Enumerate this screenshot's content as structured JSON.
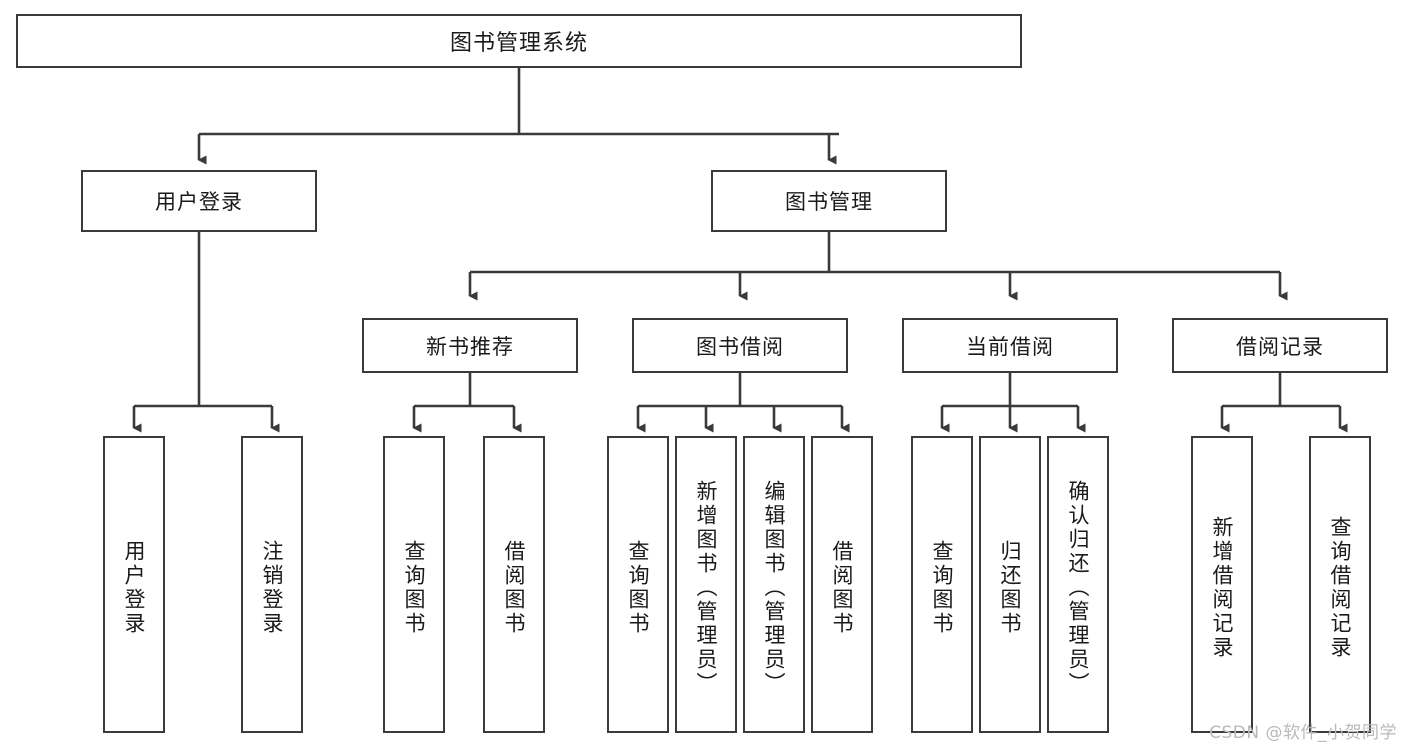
{
  "diagram": {
    "type": "tree-hierarchy-diagram",
    "title": "图书管理系统",
    "root": {
      "id": "root",
      "label": "图书管理系统"
    },
    "level2": [
      {
        "id": "user-login",
        "label": "用户登录"
      },
      {
        "id": "book-manage",
        "label": "图书管理"
      }
    ],
    "level3": [
      {
        "id": "new-book-recommend",
        "label": "新书推荐",
        "parent": "book-manage"
      },
      {
        "id": "book-borrow",
        "label": "图书借阅",
        "parent": "book-manage"
      },
      {
        "id": "current-borrow",
        "label": "当前借阅",
        "parent": "book-manage"
      },
      {
        "id": "borrow-record",
        "label": "借阅记录",
        "parent": "book-manage"
      }
    ],
    "leaves": [
      {
        "id": "leaf-user-login",
        "label": "用户登录",
        "parent": "user-login"
      },
      {
        "id": "leaf-logout-login",
        "label": "注销登录",
        "parent": "user-login"
      },
      {
        "id": "leaf-query-book-1",
        "label": "查询图书",
        "parent": "new-book-recommend"
      },
      {
        "id": "leaf-borrow-book-1",
        "label": "借阅图书",
        "parent": "new-book-recommend"
      },
      {
        "id": "leaf-query-book-2",
        "label": "查询图书",
        "parent": "book-borrow"
      },
      {
        "id": "leaf-add-book",
        "label": "新增图书（管理员）",
        "parent": "book-borrow"
      },
      {
        "id": "leaf-edit-book",
        "label": "编辑图书（管理员）",
        "parent": "book-borrow"
      },
      {
        "id": "leaf-borrow-book-2",
        "label": "借阅图书",
        "parent": "book-borrow"
      },
      {
        "id": "leaf-query-book-3",
        "label": "查询图书",
        "parent": "current-borrow"
      },
      {
        "id": "leaf-return-book",
        "label": "归还图书",
        "parent": "current-borrow"
      },
      {
        "id": "leaf-confirm-return",
        "label": "确认归还（管理员）",
        "parent": "current-borrow"
      },
      {
        "id": "leaf-add-record",
        "label": "新增借阅记录",
        "parent": "borrow-record"
      },
      {
        "id": "leaf-query-record",
        "label": "查询借阅记录",
        "parent": "borrow-record"
      }
    ],
    "colors": {
      "border": "#3a3a3a",
      "background": "#ffffff",
      "text": "#1a1a1a",
      "connector": "#3a3a3a",
      "watermark": "#b9b9b9"
    },
    "watermark": "CSDN @软件_小贺同学"
  }
}
